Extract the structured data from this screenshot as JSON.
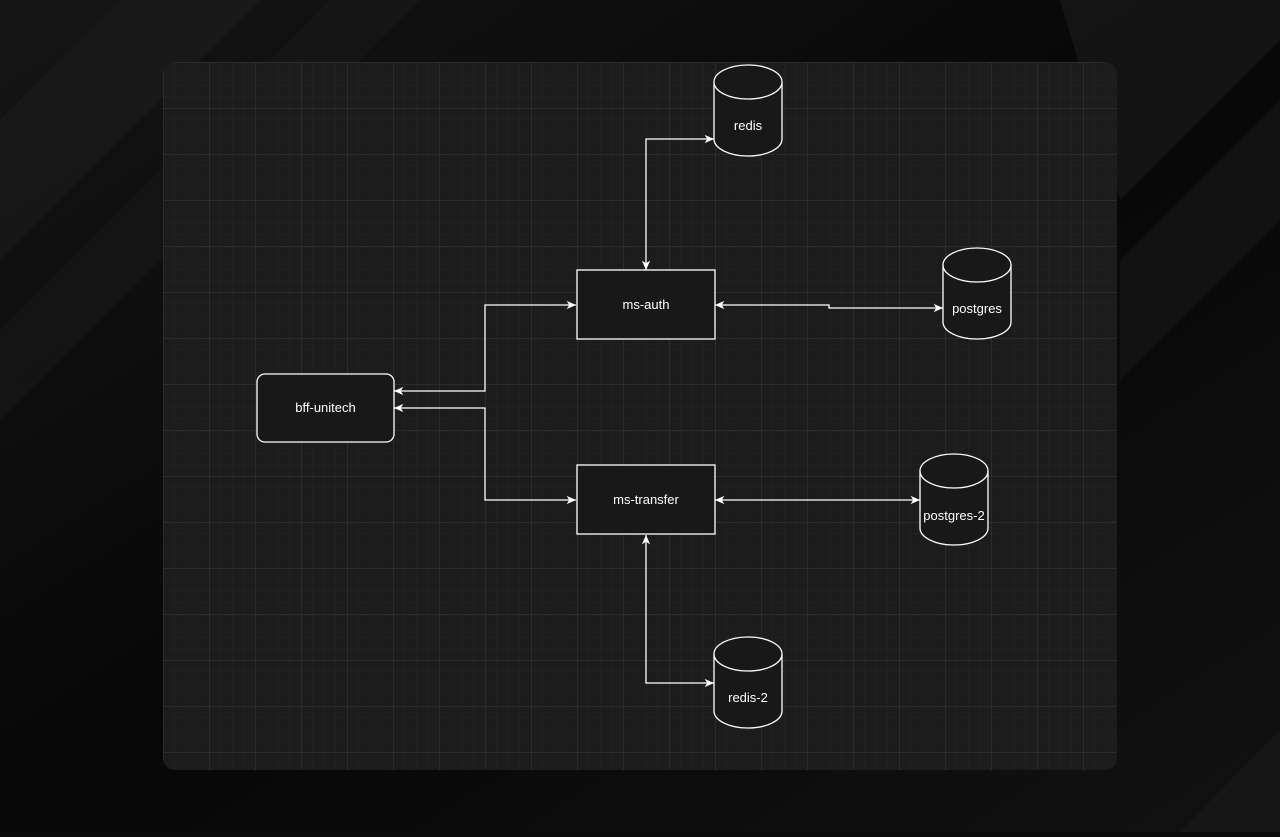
{
  "nodes": {
    "bff": {
      "label": "bff-unitech",
      "shape": "rounded-rect"
    },
    "ms_auth": {
      "label": "ms-auth",
      "shape": "rect"
    },
    "ms_transfer": {
      "label": "ms-transfer",
      "shape": "rect"
    },
    "redis": {
      "label": "redis",
      "shape": "cylinder"
    },
    "postgres": {
      "label": "postgres",
      "shape": "cylinder"
    },
    "postgres_2": {
      "label": "postgres-2",
      "shape": "cylinder"
    },
    "redis_2": {
      "label": "redis-2",
      "shape": "cylinder"
    }
  },
  "edges": [
    {
      "from": "bff",
      "to": "ms_auth",
      "direction": "both"
    },
    {
      "from": "bff",
      "to": "ms_transfer",
      "direction": "both"
    },
    {
      "from": "ms_auth",
      "to": "redis",
      "direction": "both"
    },
    {
      "from": "ms_auth",
      "to": "postgres",
      "direction": "both"
    },
    {
      "from": "ms_transfer",
      "to": "postgres_2",
      "direction": "both"
    },
    {
      "from": "ms_transfer",
      "to": "redis_2",
      "direction": "both"
    }
  ],
  "colors": {
    "page_background": "#0b0b0b",
    "canvas_background": "#1c1c1c",
    "grid_line": "#3a3a3a",
    "stroke": "#ffffff",
    "node_fill": "#181818"
  }
}
